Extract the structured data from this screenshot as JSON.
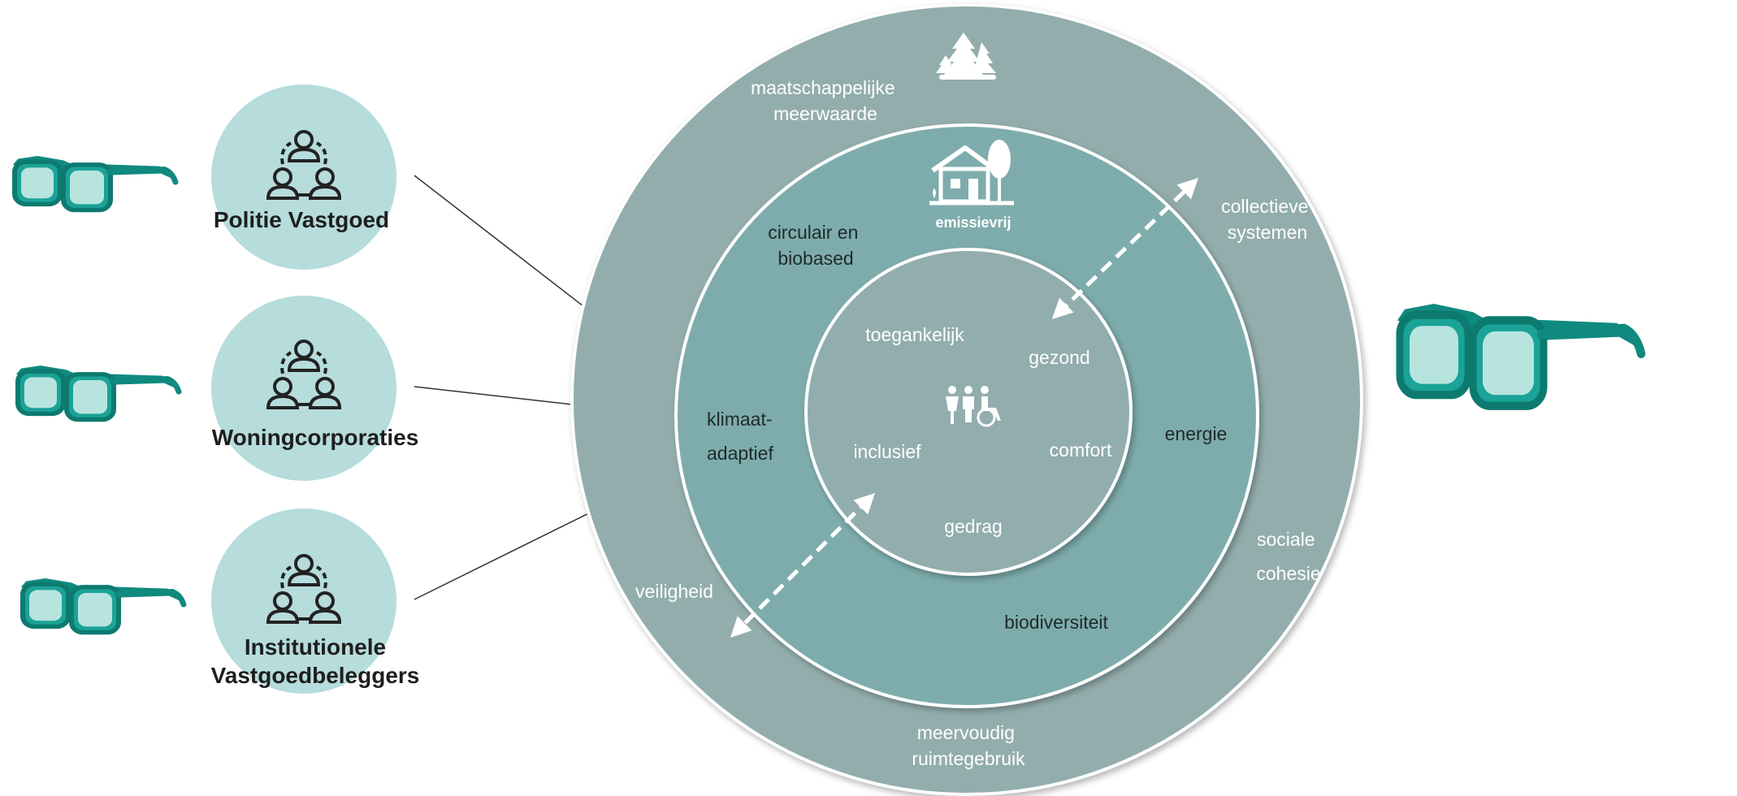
{
  "stakeholders": [
    {
      "name_lines": [
        "Politie Vastgoed"
      ],
      "icon": "people-network-icon"
    },
    {
      "name_lines": [
        "Woningcorporaties"
      ],
      "icon": "people-network-icon"
    },
    {
      "name_lines": [
        "Institutionele",
        "Vastgoedbeleggers"
      ],
      "icon": "people-network-icon"
    }
  ],
  "outer_ring": {
    "labels": {
      "maatschappelijke": [
        "maatschappelijke",
        "meerwaarde"
      ],
      "collectieve": [
        "collectieve",
        "systemen"
      ],
      "sociale": [
        "sociale",
        "cohesie"
      ],
      "meervoudig": [
        "meervoudig",
        "ruimtegebruik"
      ],
      "veiligheid": [
        "veiligheid"
      ]
    },
    "icon": "trees-icon",
    "color": "#93adad"
  },
  "middle_ring": {
    "labels": {
      "circulair": [
        "circulair en",
        "biobased"
      ],
      "klimaat": [
        "klimaat-",
        "adaptief"
      ],
      "energie": [
        "energie"
      ],
      "biodiversiteit": [
        "biodiversiteit"
      ]
    },
    "icon": "house-tree-icon",
    "icon_caption": "emissievrij",
    "color": "#7eacac"
  },
  "inner_circle": {
    "labels": {
      "toegankelijk": "toegankelijk",
      "gezond": "gezond",
      "inclusief": "inclusief",
      "comfort": "comfort",
      "gedrag": "gedrag"
    },
    "icon": "people-wheelchair-icon",
    "color": "#92adad"
  },
  "decorations": {
    "glasses_icon": "teal-glasses-icon",
    "glasses_color": "#15948a"
  }
}
